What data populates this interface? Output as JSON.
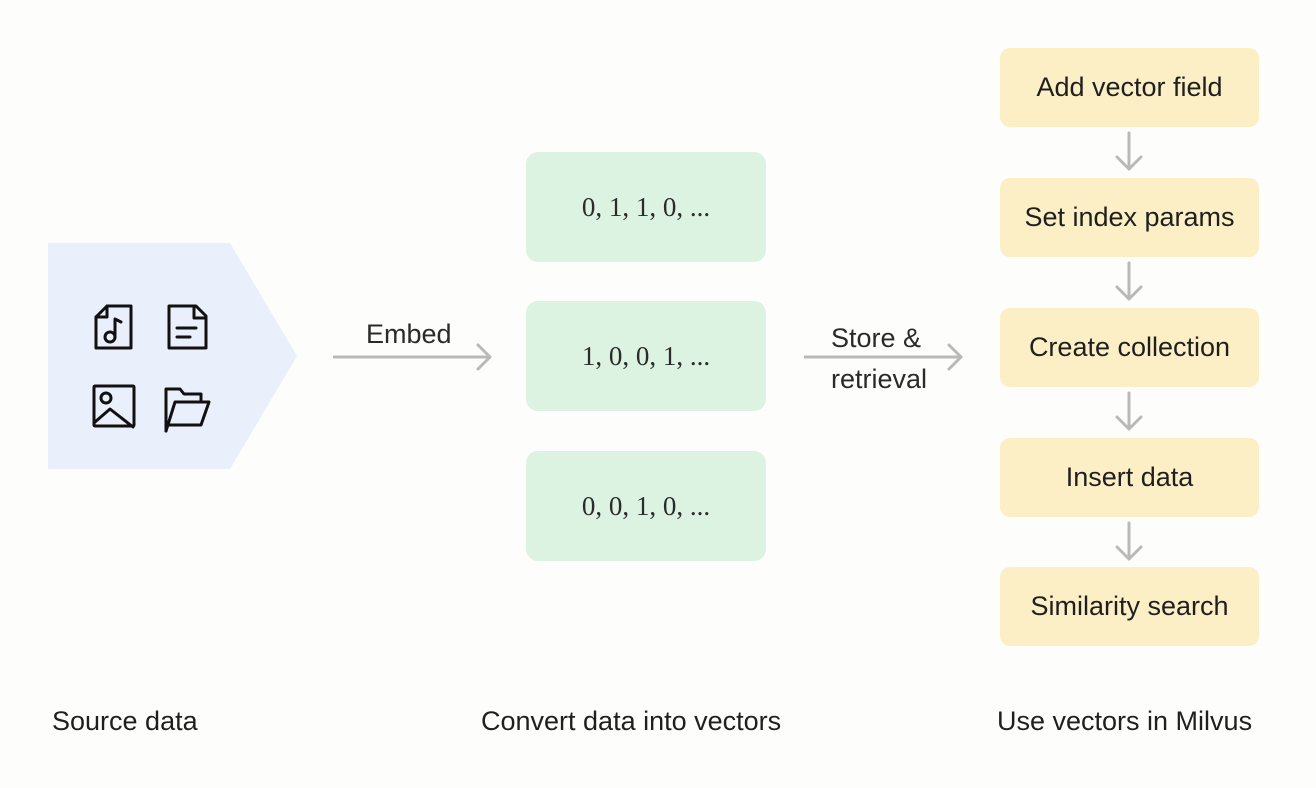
{
  "colors": {
    "source_bg": "#eaf0fb",
    "vector_bg": "#dcf3e1",
    "step_bg": "#fcefc6",
    "arrow": "#b9b9b9",
    "icon_stroke": "#111111"
  },
  "source": {
    "icons": [
      "music-file-icon",
      "document-file-icon",
      "image-file-icon",
      "folder-icon"
    ]
  },
  "edges": {
    "embed": "Embed",
    "store_line1": "Store &",
    "store_line2": "retrieval"
  },
  "vectors": [
    "0, 1, 1, 0, ...",
    "1, 0, 0, 1, ...",
    "0, 0, 1, 0, ..."
  ],
  "steps": [
    "Add vector field",
    "Set index params",
    "Create collection",
    "Insert data",
    "Similarity search"
  ],
  "captions": {
    "source": "Source data",
    "convert": "Convert data into vectors",
    "milvus": "Use vectors in Milvus"
  }
}
